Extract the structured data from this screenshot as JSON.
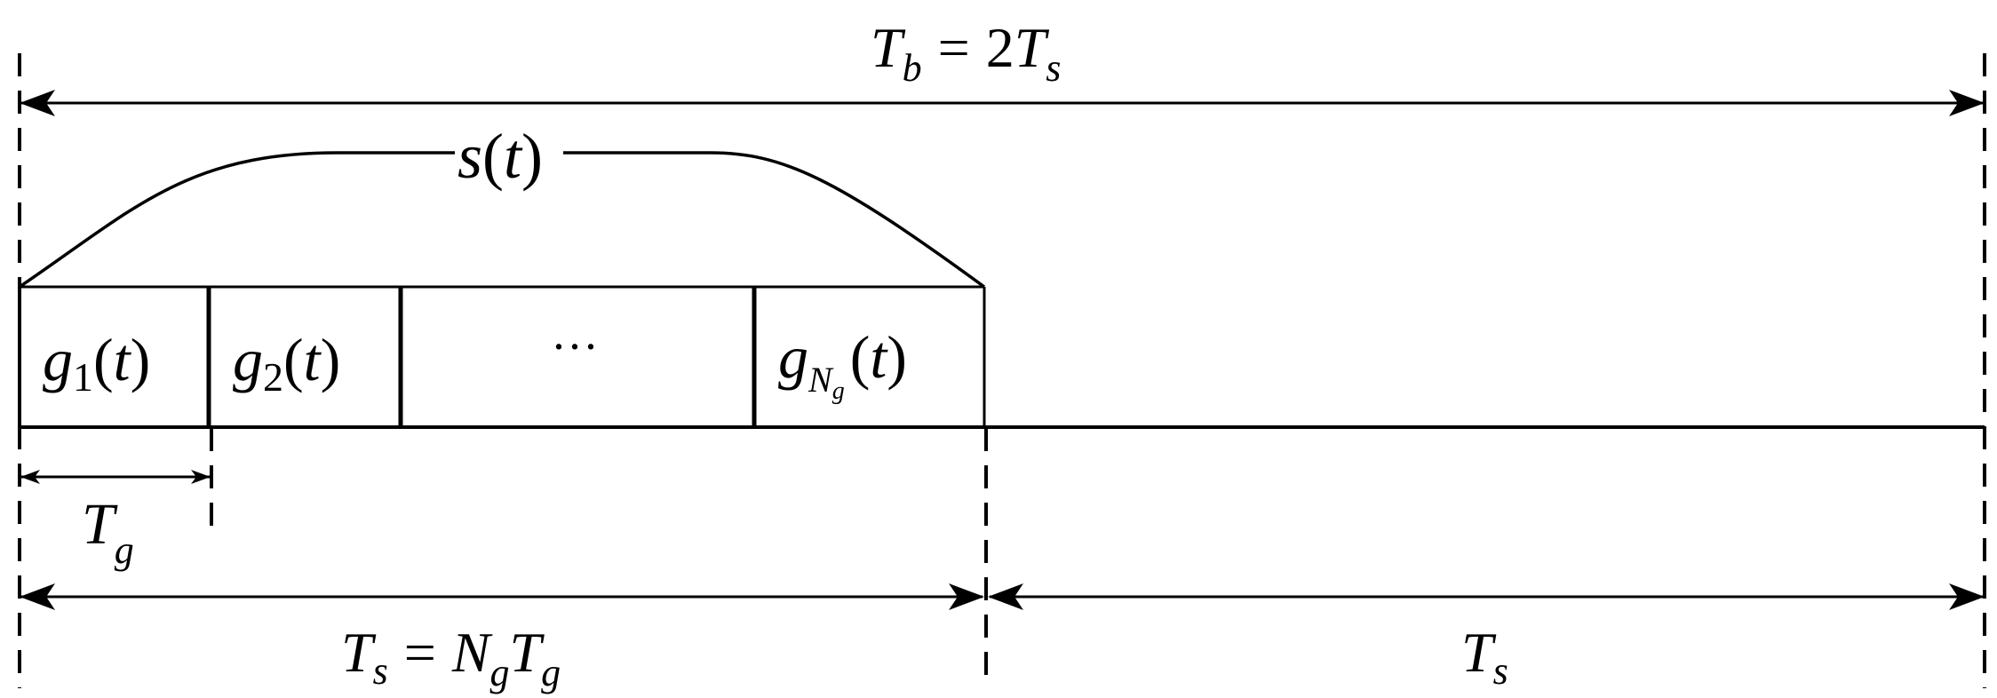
{
  "labels": {
    "bit_period": {
      "lhs": "T",
      "lhs_sub": "b",
      "eq": "=",
      "coef": "2",
      "rhs": "T",
      "rhs_sub": "s"
    },
    "signal": {
      "fn": "s",
      "paren_open": "(",
      "arg": "t",
      "paren_close": ")"
    },
    "segments": [
      {
        "fn": "g",
        "sub": "1",
        "paren_open": "(",
        "arg": "t",
        "paren_close": ")"
      },
      {
        "fn": "g",
        "sub": "2",
        "paren_open": "(",
        "arg": "t",
        "paren_close": ")"
      },
      {
        "text": "···"
      },
      {
        "fn": "g",
        "sub": "N",
        "subsub": "g",
        "paren_open": "(",
        "arg": "t",
        "paren_close": ")"
      }
    ],
    "segment_period": {
      "sym": "T",
      "sub": "g"
    },
    "symbol_period": {
      "lhs": "T",
      "lhs_sub": "s",
      "eq": "=",
      "n": "N",
      "n_sub": "g",
      "t": "T",
      "t_sub": "g"
    },
    "second_half": {
      "sym": "T",
      "sub": "s"
    }
  }
}
